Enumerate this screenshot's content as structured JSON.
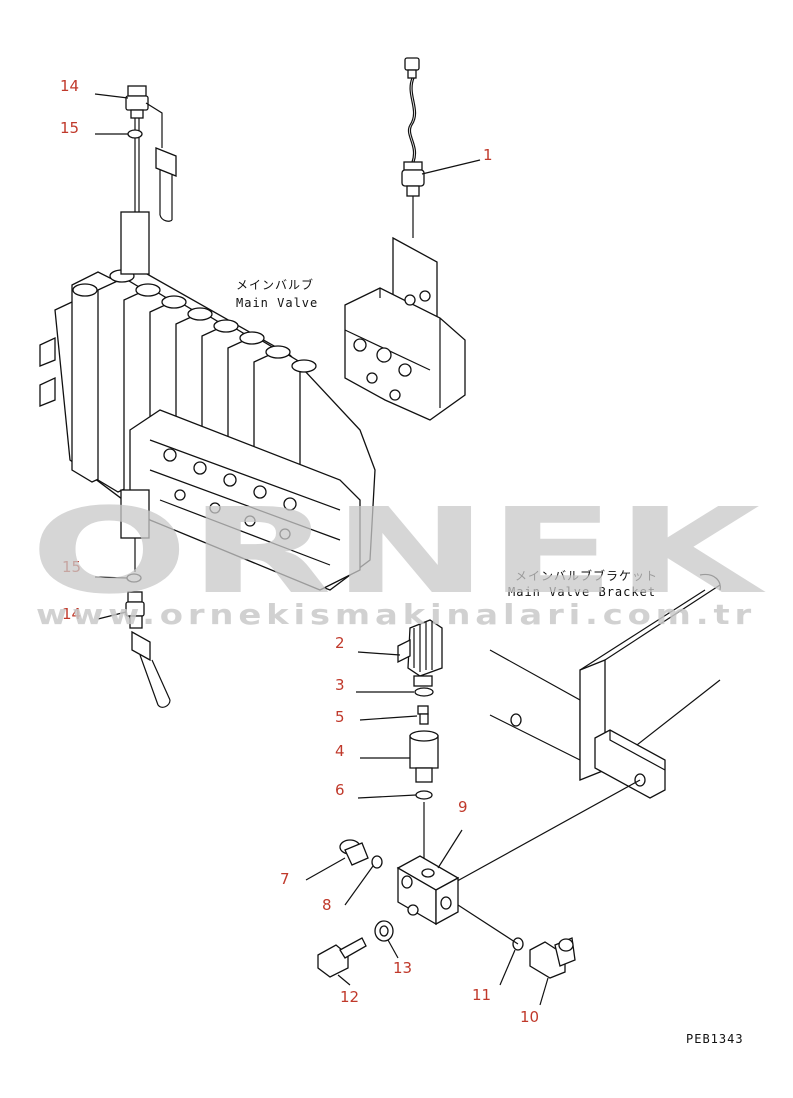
{
  "captions": {
    "main_valve_jp": "メインバルブ",
    "main_valve_en": "Main Valve",
    "bracket_jp": "メインバルブブラケット",
    "bracket_en": "Main Valve Bracket"
  },
  "watermark": {
    "brand": "ORNEK",
    "url": "www.ornekismakinalari.com.tr"
  },
  "drawing_code": "PEB1343",
  "part_numbers": [
    "1",
    "2",
    "3",
    "4",
    "5",
    "6",
    "7",
    "8",
    "9",
    "10",
    "11",
    "12",
    "13",
    "14",
    "15"
  ],
  "label_color": "#c0392b"
}
